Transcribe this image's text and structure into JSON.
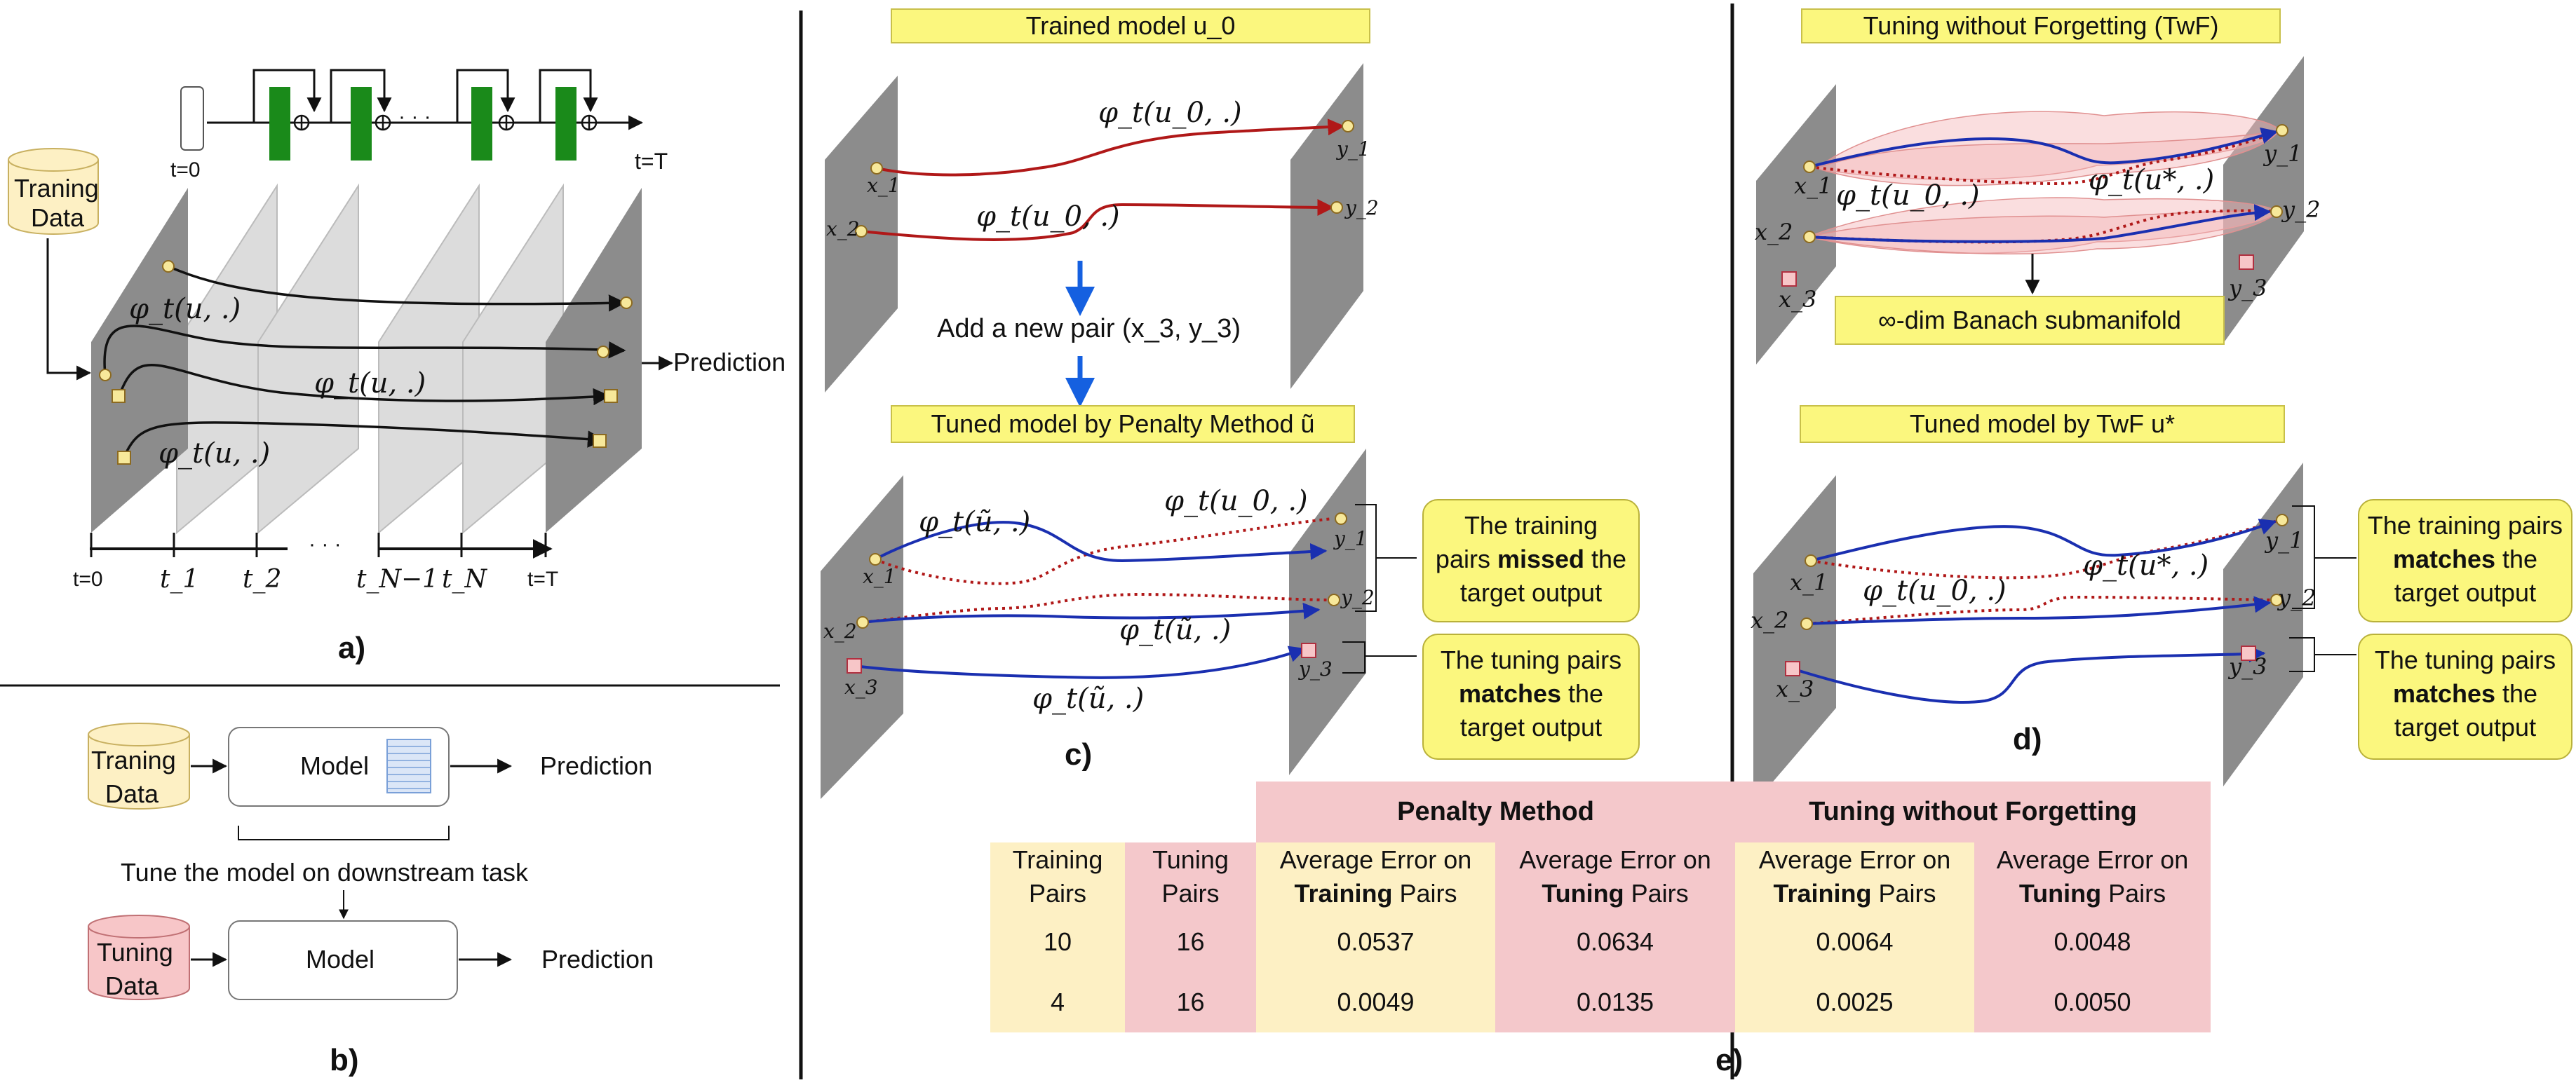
{
  "panel_a": {
    "label": "a)",
    "t0_top": "t=0",
    "tT_top": "t=T",
    "training_data": [
      "Traning",
      "Data"
    ],
    "phi_1": "φ_t(u, .)",
    "phi_2": "φ_t(u, .)",
    "phi_3": "φ_t(u, .)",
    "prediction": "Prediction",
    "axis": {
      "t0": "t=0",
      "t1": "t_1",
      "t2": "t_2",
      "dots": "· · ·",
      "tN1": "t_N−1",
      "tN": "t_N",
      "tT": "t=T"
    },
    "dots_top": "· · ·"
  },
  "panel_b": {
    "label": "b)",
    "training_data": [
      "Traning",
      "Data"
    ],
    "model": "Model",
    "prediction": "Prediction",
    "tune_text": "Tune the model on downstream task",
    "tuning_data": [
      "Tuning",
      "Data"
    ],
    "model2": "Model",
    "prediction2": "Prediction"
  },
  "panel_c": {
    "label": "c)",
    "title_top": "Trained model u_0",
    "phi_top_1": "φ_t(u_0, .)",
    "phi_top_2": "φ_t(u_0, .)",
    "x1": "x_1",
    "x2": "x_2",
    "y1": "y_1",
    "y2": "y_2",
    "add_pair": "Add a new pair (x_3, y_3)",
    "title_bottom": "Tuned model by Penalty Method ũ",
    "phi_b_1": "φ_t(ũ, .)",
    "phi_b_2": "φ_t(u_0, .)",
    "phi_b_3": "φ_t(ũ, .)",
    "phi_b_4": "φ_t(ũ, .)",
    "bx1": "x_1",
    "bx2": "x_2",
    "bx3": "x_3",
    "by1": "y_1",
    "by2": "y_2",
    "by3": "y_3",
    "callout_missed": [
      "The training",
      "pairs missed the",
      "target output"
    ],
    "callout_missed_bold": "missed",
    "callout_matches": [
      "The tuning pairs",
      "matches the",
      "target output"
    ],
    "callout_matches_bold": "matches"
  },
  "panel_d": {
    "label": "d)",
    "title_top": "Tuning without Forgetting (TwF)",
    "phi_1": "φ_t(u_0, .)",
    "phi_2": "φ_t(u*, .)",
    "x1": "x_1",
    "x2": "x_2",
    "x3": "x_3",
    "y1": "y_1",
    "y2": "y_2",
    "y3": "y_3",
    "banach": "∞-dim Banach submanifold",
    "title_bottom": "Tuned model by TwF u*",
    "phi_b_1": "φ_t(u*, .)",
    "phi_b_2": "φ_t(u_0, .)",
    "bx1": "x_1",
    "bx2": "x_2",
    "bx3": "x_3",
    "by1": "y_1",
    "by2": "y_2",
    "by3": "y_3",
    "callout_training": [
      "The training pairs",
      "matches the",
      "target output"
    ],
    "callout_tuning": [
      "The tuning pairs",
      "matches the",
      "target output"
    ],
    "bold_word": "matches"
  },
  "panel_e": {
    "label": "e)",
    "group_penalty": "Penalty Method",
    "group_twf": "Tuning without Forgetting",
    "headers": [
      [
        "Training",
        "Pairs"
      ],
      [
        "Tuning",
        "Pairs"
      ],
      [
        "Average Error on",
        "Training Pairs"
      ],
      [
        "Average Error on",
        "Tuning Pairs"
      ],
      [
        "Average Error on",
        "Training Pairs"
      ],
      [
        "Average Error on",
        "Tuning Pairs"
      ]
    ],
    "rows": [
      [
        "10",
        "16",
        "0.0537",
        "0.0634",
        "0.0064",
        "0.0048"
      ],
      [
        "4",
        "16",
        "0.0049",
        "0.0135",
        "0.0025",
        "0.0050"
      ]
    ]
  },
  "colors": {
    "red_path": "#b01818",
    "blue_path": "#1a2fb0",
    "plane_dark": "#8c8c8c",
    "plane_light": "#dcdcdc",
    "green_block": "#1a8a1a",
    "yellow_box": "#fbf77e",
    "arrow_blue": "#1560e0"
  }
}
